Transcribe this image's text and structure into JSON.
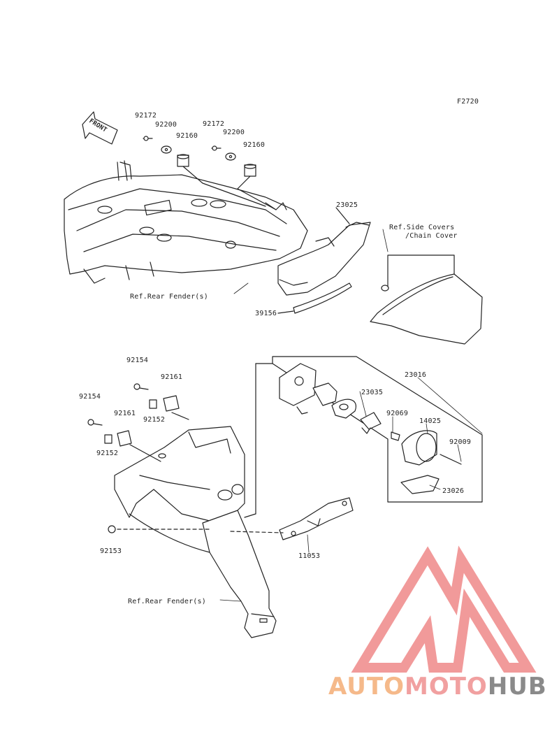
{
  "figure_code": "F2720",
  "front_arrow_label": "FRONT",
  "part_labels": {
    "p92172_a": "92172",
    "p92200_a": "92200",
    "p92160_a": "92160",
    "p92172_b": "92172",
    "p92200_b": "92200",
    "p92160_b": "92160",
    "p23025": "23025",
    "p39156": "39156",
    "p92154_a": "92154",
    "p92161_a": "92161",
    "p92152_a": "92152",
    "p92154_b": "92154",
    "p92161_b": "92161",
    "p92152_b": "92152",
    "p92153": "92153",
    "p23016": "23016",
    "p23035": "23035",
    "p92069": "92069",
    "p14025": "14025",
    "p92009": "92009",
    "p23026": "23026",
    "p11053": "11053"
  },
  "references": {
    "rear_fender_top": "Ref.Rear Fender(s)",
    "side_covers_line1": "Ref.Side Covers",
    "side_covers_line2": "/Chain Cover",
    "rear_fender_bottom": "Ref.Rear Fender(s)"
  },
  "watermark": {
    "part1": "AUTO",
    "part2": "MOTO",
    "part3": "HUB",
    "colors": {
      "part1": "#f5b98a",
      "part2": "#f1a0a0",
      "part3": "#8a8a8a",
      "logo": "#f08f8f"
    }
  }
}
